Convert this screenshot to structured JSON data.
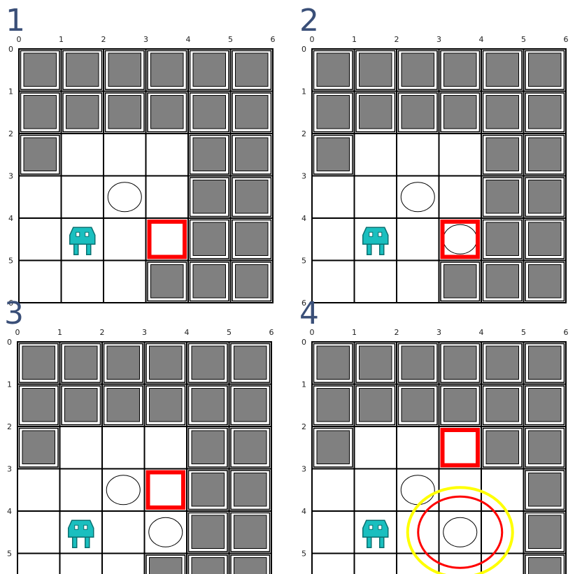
{
  "colors": {
    "panel_label": "#3a4f78",
    "wall": "#808080",
    "grid": "#000000",
    "cursor": "#ff0000",
    "robot": "#1abfbf",
    "ring_outer": "#ffff00",
    "ring_inner": "#ff0000"
  },
  "grid": {
    "cols": 6,
    "rows": 6,
    "x_ticks": [
      "0",
      "1",
      "2",
      "3",
      "4",
      "5",
      "6"
    ],
    "y_ticks": [
      "0",
      "1",
      "2",
      "3",
      "4",
      "5",
      "6"
    ]
  },
  "icons": {
    "robot": "robot-icon",
    "ball": "ball-icon",
    "cursor": "target-cursor",
    "rings": "highlight-rings"
  },
  "panels": [
    {
      "label": "1",
      "walls": [
        [
          0,
          0
        ],
        [
          1,
          0
        ],
        [
          2,
          0
        ],
        [
          3,
          0
        ],
        [
          4,
          0
        ],
        [
          5,
          0
        ],
        [
          0,
          1
        ],
        [
          1,
          1
        ],
        [
          2,
          1
        ],
        [
          3,
          1
        ],
        [
          4,
          1
        ],
        [
          5,
          1
        ],
        [
          0,
          2
        ],
        [
          4,
          2
        ],
        [
          5,
          2
        ],
        [
          4,
          3
        ],
        [
          5,
          3
        ],
        [
          4,
          4
        ],
        [
          5,
          4
        ],
        [
          3,
          5
        ],
        [
          4,
          5
        ],
        [
          5,
          5
        ]
      ],
      "robot": [
        1,
        4
      ],
      "balls": [
        [
          2,
          3
        ]
      ],
      "cursor": [
        3,
        4
      ],
      "rings": null
    },
    {
      "label": "2",
      "walls": [
        [
          0,
          0
        ],
        [
          1,
          0
        ],
        [
          2,
          0
        ],
        [
          3,
          0
        ],
        [
          4,
          0
        ],
        [
          5,
          0
        ],
        [
          0,
          1
        ],
        [
          1,
          1
        ],
        [
          2,
          1
        ],
        [
          3,
          1
        ],
        [
          4,
          1
        ],
        [
          5,
          1
        ],
        [
          0,
          2
        ],
        [
          4,
          2
        ],
        [
          5,
          2
        ],
        [
          4,
          3
        ],
        [
          5,
          3
        ],
        [
          4,
          4
        ],
        [
          5,
          4
        ],
        [
          3,
          5
        ],
        [
          4,
          5
        ],
        [
          5,
          5
        ]
      ],
      "robot": [
        1,
        4
      ],
      "balls": [
        [
          2,
          3
        ],
        [
          3,
          4
        ]
      ],
      "cursor": [
        3,
        4
      ],
      "rings": null
    },
    {
      "label": "3",
      "walls": [
        [
          0,
          0
        ],
        [
          1,
          0
        ],
        [
          2,
          0
        ],
        [
          3,
          0
        ],
        [
          4,
          0
        ],
        [
          5,
          0
        ],
        [
          0,
          1
        ],
        [
          1,
          1
        ],
        [
          2,
          1
        ],
        [
          3,
          1
        ],
        [
          4,
          1
        ],
        [
          5,
          1
        ],
        [
          0,
          2
        ],
        [
          4,
          2
        ],
        [
          5,
          2
        ],
        [
          4,
          3
        ],
        [
          5,
          3
        ],
        [
          4,
          4
        ],
        [
          5,
          4
        ],
        [
          3,
          5
        ],
        [
          4,
          5
        ],
        [
          5,
          5
        ]
      ],
      "robot": [
        1,
        4
      ],
      "balls": [
        [
          2,
          3
        ],
        [
          3,
          4
        ]
      ],
      "cursor": [
        3,
        3
      ],
      "rings": null
    },
    {
      "label": "4",
      "walls": [
        [
          0,
          0
        ],
        [
          1,
          0
        ],
        [
          2,
          0
        ],
        [
          3,
          0
        ],
        [
          4,
          0
        ],
        [
          5,
          0
        ],
        [
          0,
          1
        ],
        [
          1,
          1
        ],
        [
          2,
          1
        ],
        [
          3,
          1
        ],
        [
          4,
          1
        ],
        [
          5,
          1
        ],
        [
          0,
          2
        ],
        [
          4,
          2
        ],
        [
          5,
          2
        ],
        [
          5,
          3
        ],
        [
          5,
          4
        ],
        [
          5,
          5
        ]
      ],
      "robot": [
        1,
        4
      ],
      "balls": [
        [
          2,
          3
        ],
        [
          3,
          4
        ]
      ],
      "cursor": [
        3,
        2
      ],
      "rings": [
        3,
        4
      ]
    }
  ]
}
